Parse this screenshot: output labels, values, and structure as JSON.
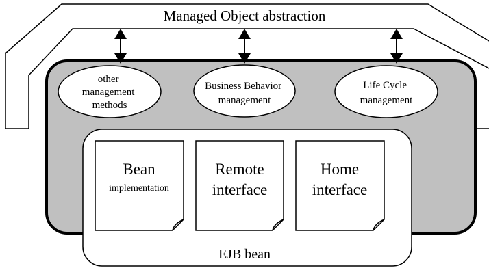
{
  "title": "Managed Object abstraction",
  "ellipses": [
    {
      "lines": [
        "other",
        "management",
        "methods"
      ]
    },
    {
      "lines": [
        "Business Behavior",
        "management"
      ]
    },
    {
      "lines": [
        "Life Cycle",
        "management"
      ]
    }
  ],
  "documents": [
    {
      "title": "Bean",
      "subtitle": "implementation"
    },
    {
      "title": "Remote",
      "subtitle": "interface"
    },
    {
      "title": "Home",
      "subtitle": "interface"
    }
  ],
  "bean_label": "EJB bean",
  "colors": {
    "container_fill": "#c0c0c0",
    "stroke": "#000000",
    "background": "#ffffff"
  }
}
